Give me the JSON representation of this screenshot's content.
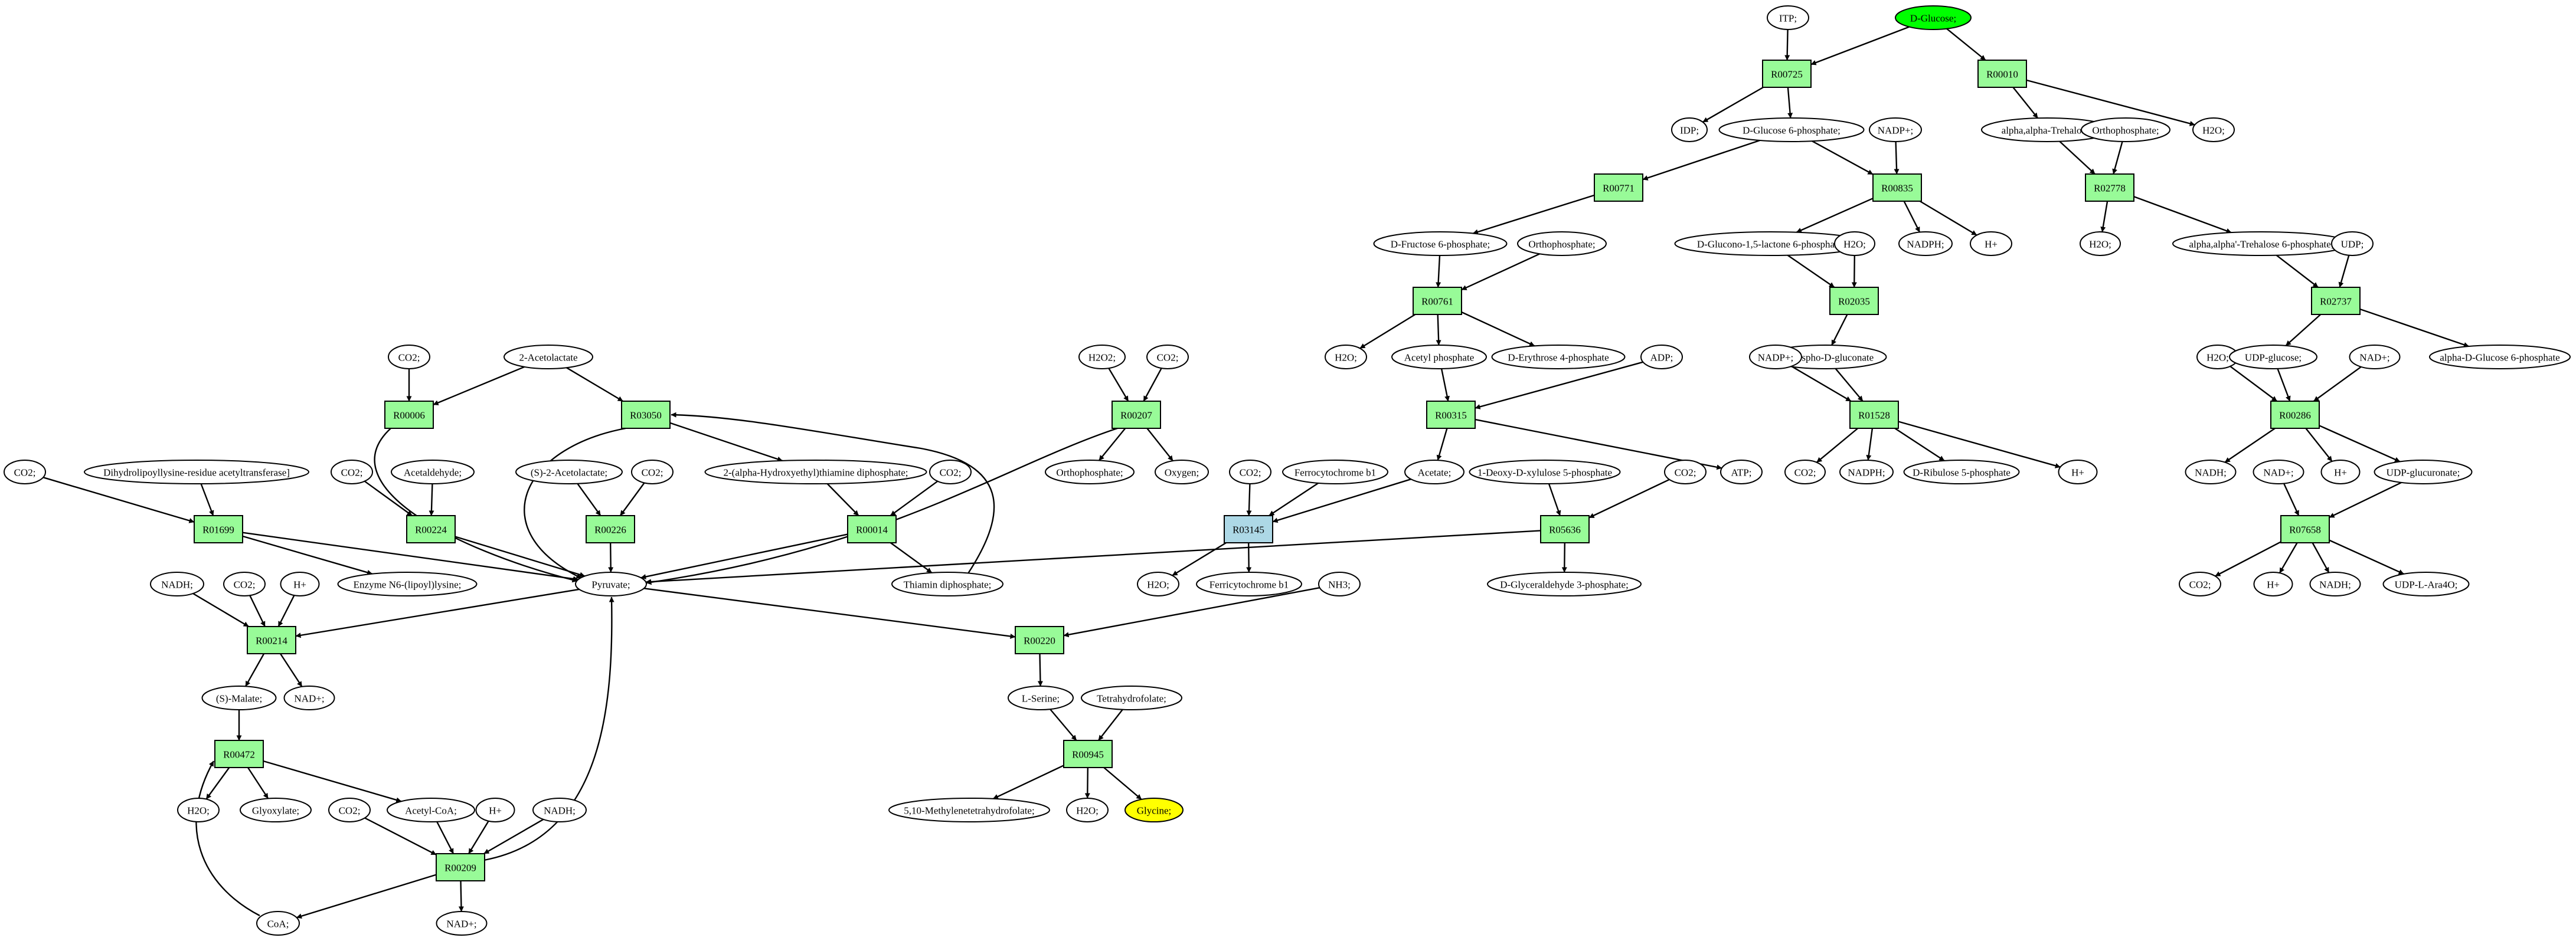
{
  "colors": {
    "reaction": "#98fb98",
    "reaction_alt": "#add8e6",
    "metabolite": "#ffffff",
    "source": "#00ff00",
    "target": "#ffff00",
    "stroke": "#000000"
  },
  "nodes": [
    {
      "id": "itp",
      "label": "ITP;",
      "kind": "metabolite"
    },
    {
      "id": "glucose",
      "label": "D-Glucose;",
      "kind": "source"
    },
    {
      "id": "r00725",
      "label": "R00725",
      "kind": "reaction"
    },
    {
      "id": "r00010",
      "label": "R00010",
      "kind": "reaction"
    },
    {
      "id": "idp",
      "label": "IDP;",
      "kind": "metabolite"
    },
    {
      "id": "g6p",
      "label": "D-Glucose 6-phosphate;",
      "kind": "metabolite"
    },
    {
      "id": "nadp_a",
      "label": "NADP+;",
      "kind": "metabolite"
    },
    {
      "id": "trehalose",
      "label": "alpha,alpha-Trehalose;",
      "kind": "metabolite"
    },
    {
      "id": "ortho_a",
      "label": "Orthophosphate;",
      "kind": "metabolite"
    },
    {
      "id": "h2o_a",
      "label": "H2O;",
      "kind": "metabolite"
    },
    {
      "id": "r00771",
      "label": "R00771",
      "kind": "reaction"
    },
    {
      "id": "r00835",
      "label": "R00835",
      "kind": "reaction"
    },
    {
      "id": "r02778",
      "label": "R02778",
      "kind": "reaction"
    },
    {
      "id": "f6p",
      "label": "D-Fructose 6-phosphate;",
      "kind": "metabolite"
    },
    {
      "id": "ortho_b",
      "label": "Orthophosphate;",
      "kind": "metabolite"
    },
    {
      "id": "gluconolactone",
      "label": "D-Glucono-1,5-lactone 6-phosphate;",
      "kind": "metabolite"
    },
    {
      "id": "nadph_a",
      "label": "NADPH;",
      "kind": "metabolite"
    },
    {
      "id": "hplus_a",
      "label": "H+",
      "kind": "metabolite"
    },
    {
      "id": "h2o_b",
      "label": "H2O;",
      "kind": "metabolite"
    },
    {
      "id": "h2o_c",
      "label": "H2O;",
      "kind": "metabolite"
    },
    {
      "id": "trehalose6p",
      "label": "alpha,alpha'-Trehalose 6-phosphate;",
      "kind": "metabolite"
    },
    {
      "id": "udp_a",
      "label": "UDP;",
      "kind": "metabolite"
    },
    {
      "id": "r00761",
      "label": "R00761",
      "kind": "reaction"
    },
    {
      "id": "r02035",
      "label": "R02035",
      "kind": "reaction"
    },
    {
      "id": "r02737",
      "label": "R02737",
      "kind": "reaction"
    },
    {
      "id": "h2o_d",
      "label": "H2O;",
      "kind": "metabolite"
    },
    {
      "id": "acetylphos",
      "label": "Acetyl phosphate",
      "kind": "metabolite"
    },
    {
      "id": "e4p",
      "label": "D-Erythrose 4-phosphate",
      "kind": "metabolite"
    },
    {
      "id": "adp",
      "label": "ADP;",
      "kind": "metabolite"
    },
    {
      "id": "pgluconate",
      "label": "6-Phospho-D-gluconate",
      "kind": "metabolite"
    },
    {
      "id": "nadp_b",
      "label": "NADP+;",
      "kind": "metabolite"
    },
    {
      "id": "h2o_e",
      "label": "H2O;",
      "kind": "metabolite"
    },
    {
      "id": "udpglucose",
      "label": "UDP-glucose;",
      "kind": "metabolite"
    },
    {
      "id": "nadplus_a",
      "label": "NAD+;",
      "kind": "metabolite"
    },
    {
      "id": "glucose6p_alpha",
      "label": "alpha-D-Glucose 6-phosphate",
      "kind": "metabolite"
    },
    {
      "id": "co2_a",
      "label": "CO2;",
      "kind": "metabolite"
    },
    {
      "id": "acetolactate",
      "label": "2-Acetolactate",
      "kind": "metabolite"
    },
    {
      "id": "h2o2",
      "label": "H2O2;",
      "kind": "metabolite"
    },
    {
      "id": "co2_b",
      "label": "CO2;",
      "kind": "metabolite"
    },
    {
      "id": "r00006",
      "label": "R00006",
      "kind": "reaction"
    },
    {
      "id": "r03050",
      "label": "R03050",
      "kind": "reaction"
    },
    {
      "id": "r00207",
      "label": "R00207",
      "kind": "reaction"
    },
    {
      "id": "r00315",
      "label": "R00315",
      "kind": "reaction"
    },
    {
      "id": "r01528",
      "label": "R01528",
      "kind": "reaction"
    },
    {
      "id": "r00286",
      "label": "R00286",
      "kind": "reaction"
    },
    {
      "id": "co2_c",
      "label": "CO2;",
      "kind": "metabolite"
    },
    {
      "id": "dihydrolipoyl",
      "label": "Dihydrolipoyllysine-residue acetyltransferase]",
      "kind": "metabolite"
    },
    {
      "id": "co2_d",
      "label": "CO2;",
      "kind": "metabolite"
    },
    {
      "id": "acetaldehyde",
      "label": "Acetaldehyde;",
      "kind": "metabolite"
    },
    {
      "id": "s_acetolactate",
      "label": "(S)-2-Acetolactate;",
      "kind": "metabolite"
    },
    {
      "id": "co2_e",
      "label": "CO2;",
      "kind": "metabolite"
    },
    {
      "id": "hetpp",
      "label": "2-(alpha-Hydroxyethyl)thiamine diphosphate;",
      "kind": "metabolite"
    },
    {
      "id": "co2_f",
      "label": "CO2;",
      "kind": "metabolite"
    },
    {
      "id": "orthophosphate_c",
      "label": "Orthophosphate;",
      "kind": "metabolite"
    },
    {
      "id": "oxygen",
      "label": "Oxygen;",
      "kind": "metabolite"
    },
    {
      "id": "co2_g",
      "label": "CO2;",
      "kind": "metabolite"
    },
    {
      "id": "ferrocyt",
      "label": "Ferrocytochrome b1",
      "kind": "metabolite"
    },
    {
      "id": "acetate",
      "label": "Acetate;",
      "kind": "metabolite"
    },
    {
      "id": "dxp",
      "label": "1-Deoxy-D-xylulose 5-phosphate",
      "kind": "metabolite"
    },
    {
      "id": "co2_h",
      "label": "CO2;",
      "kind": "metabolite"
    },
    {
      "id": "atp",
      "label": "ATP;",
      "kind": "metabolite"
    },
    {
      "id": "co2_i",
      "label": "CO2;",
      "kind": "metabolite"
    },
    {
      "id": "nadph_b",
      "label": "NADPH;",
      "kind": "metabolite"
    },
    {
      "id": "ribulose5p",
      "label": "D-Ribulose 5-phosphate",
      "kind": "metabolite"
    },
    {
      "id": "hplus_b",
      "label": "H+",
      "kind": "metabolite"
    },
    {
      "id": "nadh_a",
      "label": "NADH;",
      "kind": "metabolite"
    },
    {
      "id": "nadplus_b",
      "label": "NAD+;",
      "kind": "metabolite"
    },
    {
      "id": "hplus_c",
      "label": "H+",
      "kind": "metabolite"
    },
    {
      "id": "udpglucuronate",
      "label": "UDP-glucuronate;",
      "kind": "metabolite"
    },
    {
      "id": "r01699",
      "label": "R01699",
      "kind": "reaction"
    },
    {
      "id": "r00224",
      "label": "R00224",
      "kind": "reaction"
    },
    {
      "id": "r00226",
      "label": "R00226",
      "kind": "reaction"
    },
    {
      "id": "r00014",
      "label": "R00014",
      "kind": "reaction"
    },
    {
      "id": "r03145",
      "label": "R03145",
      "kind": "reaction_alt"
    },
    {
      "id": "r05636",
      "label": "R05636",
      "kind": "reaction"
    },
    {
      "id": "r07658",
      "label": "R07658",
      "kind": "reaction"
    },
    {
      "id": "nadh_b",
      "label": "NADH;",
      "kind": "metabolite"
    },
    {
      "id": "co2_j",
      "label": "CO2;",
      "kind": "metabolite"
    },
    {
      "id": "hplus_d",
      "label": "H+",
      "kind": "metabolite"
    },
    {
      "id": "lipoyllysine",
      "label": "Enzyme N6-(lipoyl)lysine;",
      "kind": "metabolite"
    },
    {
      "id": "pyruvate",
      "label": "Pyruvate;",
      "kind": "metabolite"
    },
    {
      "id": "thiamin",
      "label": "Thiamin diphosphate;",
      "kind": "metabolite"
    },
    {
      "id": "h2o_f",
      "label": "H2O;",
      "kind": "metabolite"
    },
    {
      "id": "ferricyt",
      "label": "Ferricytochrome b1",
      "kind": "metabolite"
    },
    {
      "id": "g3p",
      "label": "D-Glyceraldehyde 3-phosphate;",
      "kind": "metabolite"
    },
    {
      "id": "co2_k",
      "label": "CO2;",
      "kind": "metabolite"
    },
    {
      "id": "hplus_e",
      "label": "H+",
      "kind": "metabolite"
    },
    {
      "id": "nadh_c",
      "label": "NADH;",
      "kind": "metabolite"
    },
    {
      "id": "udparaf",
      "label": "UDP-L-Ara4O;",
      "kind": "metabolite"
    },
    {
      "id": "nh3",
      "label": "NH3;",
      "kind": "metabolite"
    },
    {
      "id": "r00214",
      "label": "R00214",
      "kind": "reaction"
    },
    {
      "id": "r00220",
      "label": "R00220",
      "kind": "reaction"
    },
    {
      "id": "smalate",
      "label": "(S)-Malate;",
      "kind": "metabolite"
    },
    {
      "id": "nadplus_c",
      "label": "NAD+;",
      "kind": "metabolite"
    },
    {
      "id": "lserine",
      "label": "L-Serine;",
      "kind": "metabolite"
    },
    {
      "id": "thf",
      "label": "Tetrahydrofolate;",
      "kind": "metabolite"
    },
    {
      "id": "r00472",
      "label": "R00472",
      "kind": "reaction"
    },
    {
      "id": "r00945",
      "label": "R00945",
      "kind": "reaction"
    },
    {
      "id": "h2o_g",
      "label": "H2O;",
      "kind": "metabolite"
    },
    {
      "id": "glyoxylate",
      "label": "Glyoxylate;",
      "kind": "metabolite"
    },
    {
      "id": "co2_l",
      "label": "CO2;",
      "kind": "metabolite"
    },
    {
      "id": "acetylcoa",
      "label": "Acetyl-CoA;",
      "kind": "metabolite"
    },
    {
      "id": "hplus_f",
      "label": "H+",
      "kind": "metabolite"
    },
    {
      "id": "nadh_d",
      "label": "NADH;",
      "kind": "metabolite"
    },
    {
      "id": "methylenethf",
      "label": "5,10-Methylenetetrahydrofolate;",
      "kind": "metabolite"
    },
    {
      "id": "h2o_h",
      "label": "H2O;",
      "kind": "metabolite"
    },
    {
      "id": "glycine",
      "label": "Glycine;",
      "kind": "target"
    },
    {
      "id": "r00209",
      "label": "R00209",
      "kind": "reaction"
    },
    {
      "id": "coa",
      "label": "CoA;",
      "kind": "metabolite"
    },
    {
      "id": "nadplus_d",
      "label": "NAD+;",
      "kind": "metabolite"
    }
  ]
}
